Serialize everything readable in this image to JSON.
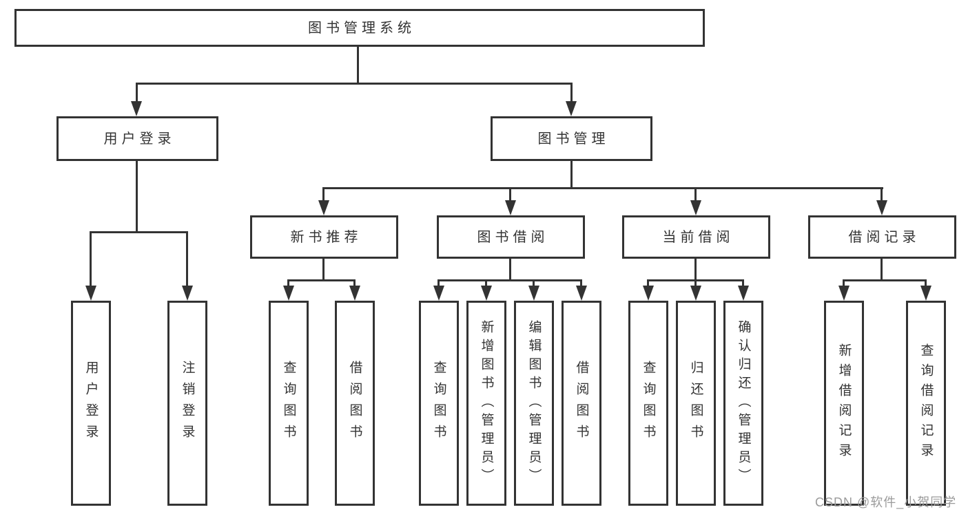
{
  "diagram": {
    "root": {
      "label": "图书管理系统"
    },
    "level2": [
      {
        "label": "用户登录"
      },
      {
        "label": "图书管理"
      }
    ],
    "level3": [
      {
        "label": "新书推荐"
      },
      {
        "label": "图书借阅"
      },
      {
        "label": "当前借阅"
      },
      {
        "label": "借阅记录"
      }
    ],
    "leaves": {
      "user_login": [
        "用户登录",
        "注销登录"
      ],
      "new_books": [
        "查询图书",
        "借阅图书"
      ],
      "book_borrow": [
        "查询图书",
        "新增图书（管理员）",
        "编辑图书（管理员）",
        "借阅图书"
      ],
      "current_borrow": [
        "查询图书",
        "归还图书",
        "确认归还（管理员）"
      ],
      "borrow_records": [
        "新增借阅记录",
        "查询借阅记录"
      ]
    }
  },
  "watermark": {
    "text": "CSDN @软件_小贺同学"
  },
  "colors": {
    "line": "#333333",
    "box_background": "#ffffff",
    "page_background": "#ffffff",
    "watermark": "#9b9b9b"
  }
}
